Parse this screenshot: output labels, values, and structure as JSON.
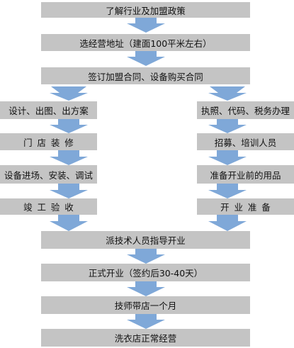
{
  "main_steps": [
    "了解行业及加盟政策",
    "选经营地址（建面100平米左右）",
    "签订加盟合同、设备购买合同"
  ],
  "left_branch": [
    "设计、出图、出方案",
    "门店装修",
    "设备进场、安装、调试",
    "竣工验收"
  ],
  "right_branch": [
    "执照、代码、税务办理",
    "招募、培训人员",
    "准备开业前的用品",
    "开业准备"
  ],
  "final_steps": [
    "派技术人员指导开业",
    "正式开业（签约后30-40天）",
    "技师带店一个月",
    "洗衣店正常经营"
  ],
  "colors": {
    "box_fill": "#c4c4c4",
    "arrow_fill": "#7fa8d8",
    "text": "#111111"
  }
}
